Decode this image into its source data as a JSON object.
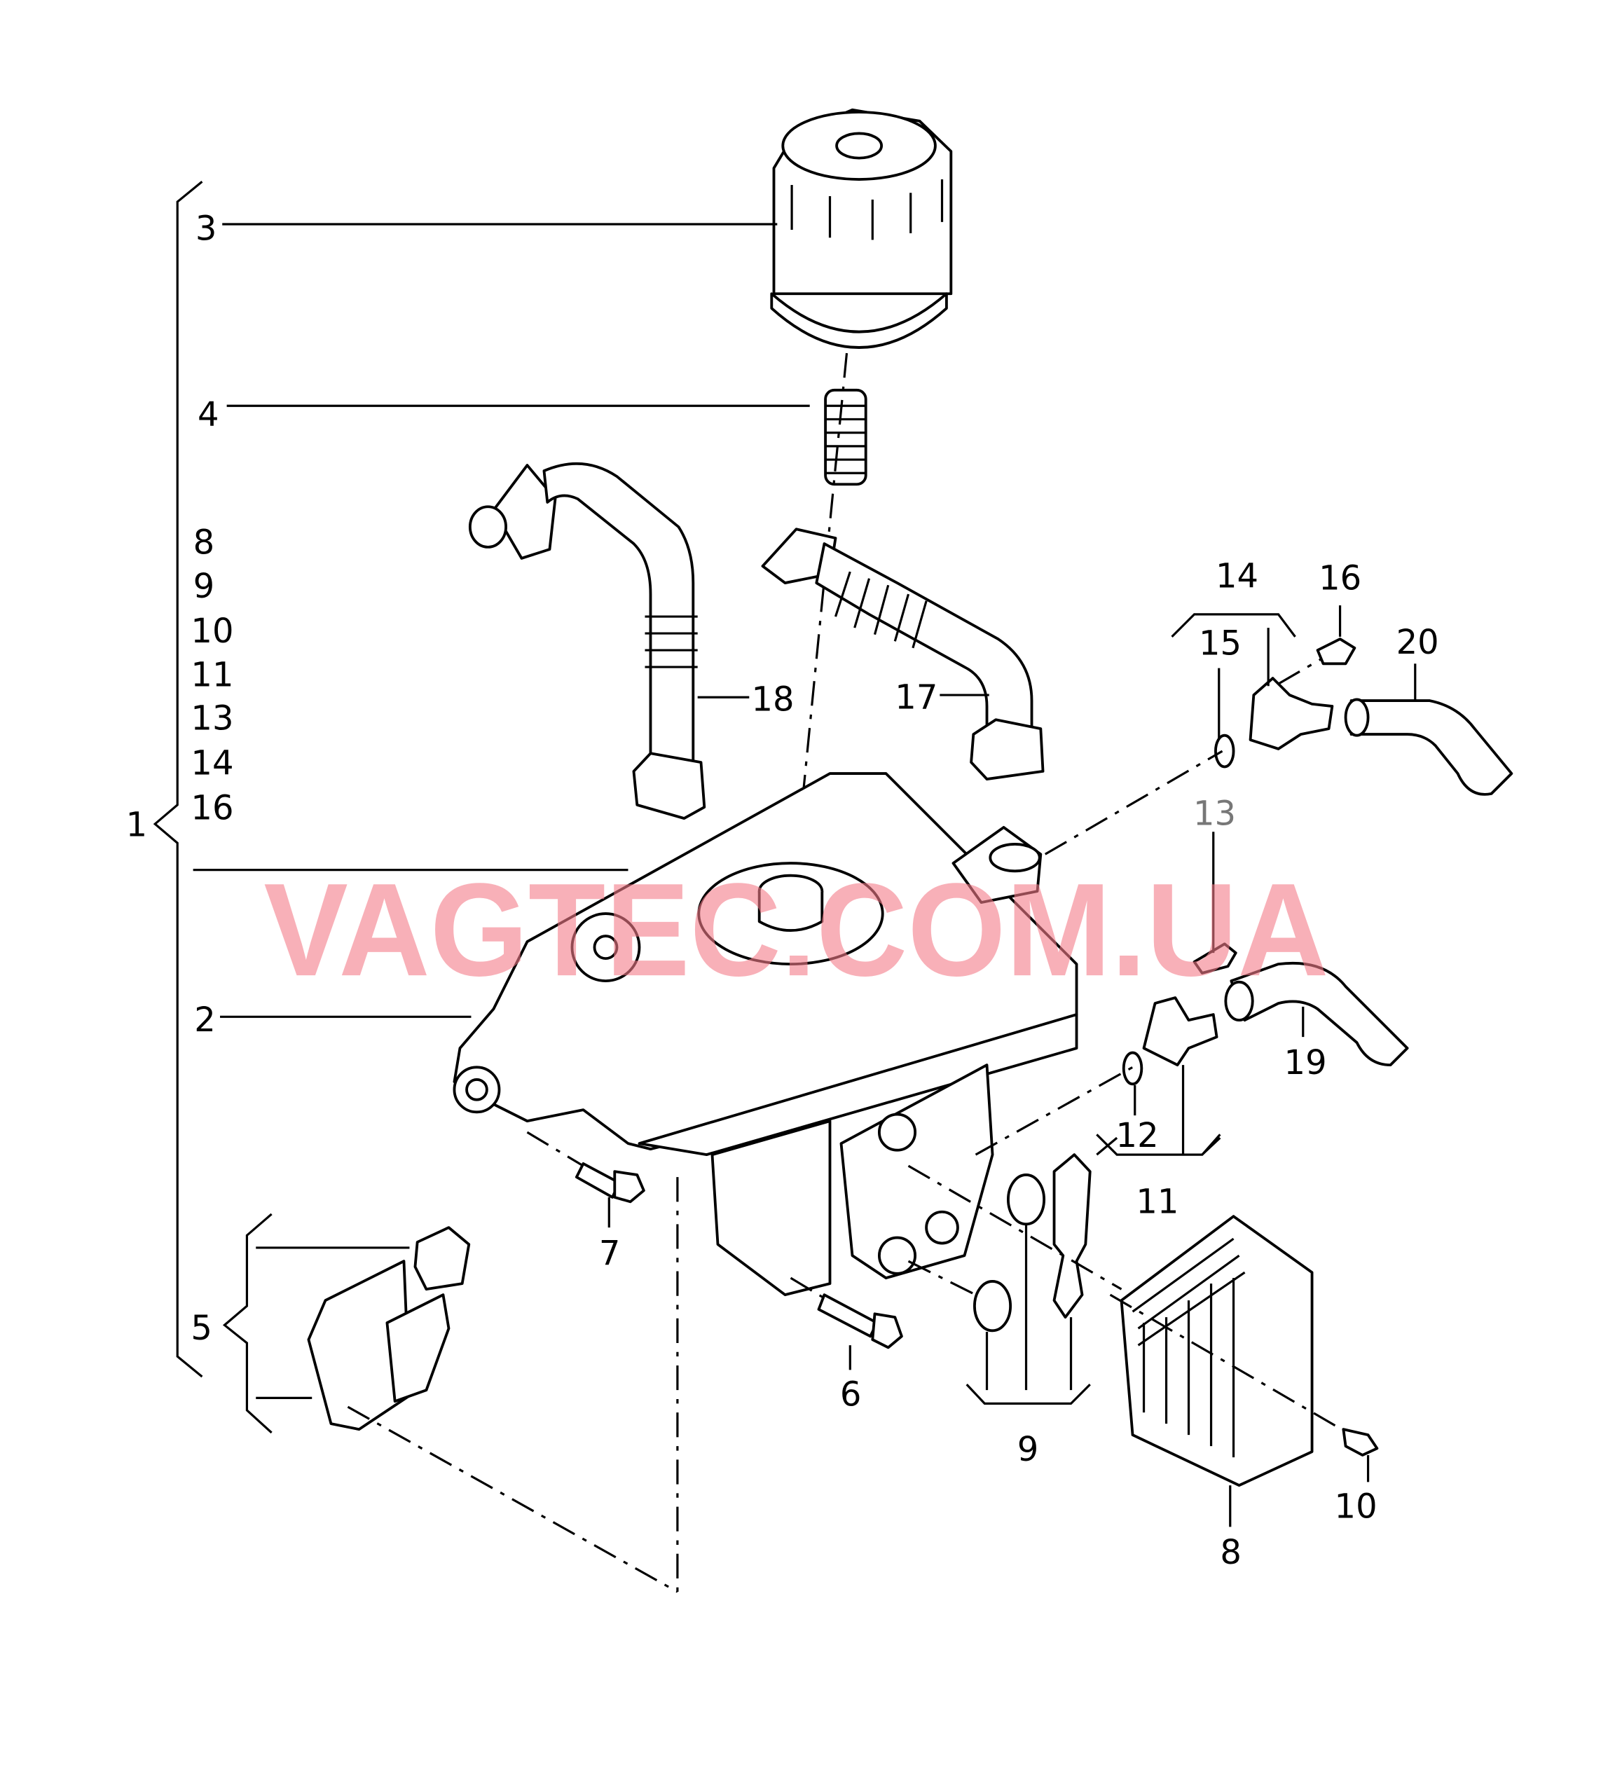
{
  "watermark": "VAGTEC.COM.UA",
  "callouts": {
    "c1": "1",
    "c2": "2",
    "c3": "3",
    "c4": "4",
    "c5": "5",
    "c6": "6",
    "c7": "7",
    "c8": "8",
    "c9": "9",
    "c10": "10",
    "c11": "11",
    "c12": "12",
    "c13": "13",
    "c14": "14",
    "c15": "15",
    "c16": "16",
    "c17": "17",
    "c18": "18",
    "c19": "19",
    "c20": "20"
  },
  "group1_items": [
    "8",
    "9",
    "10",
    "11",
    "13",
    "14",
    "16"
  ]
}
